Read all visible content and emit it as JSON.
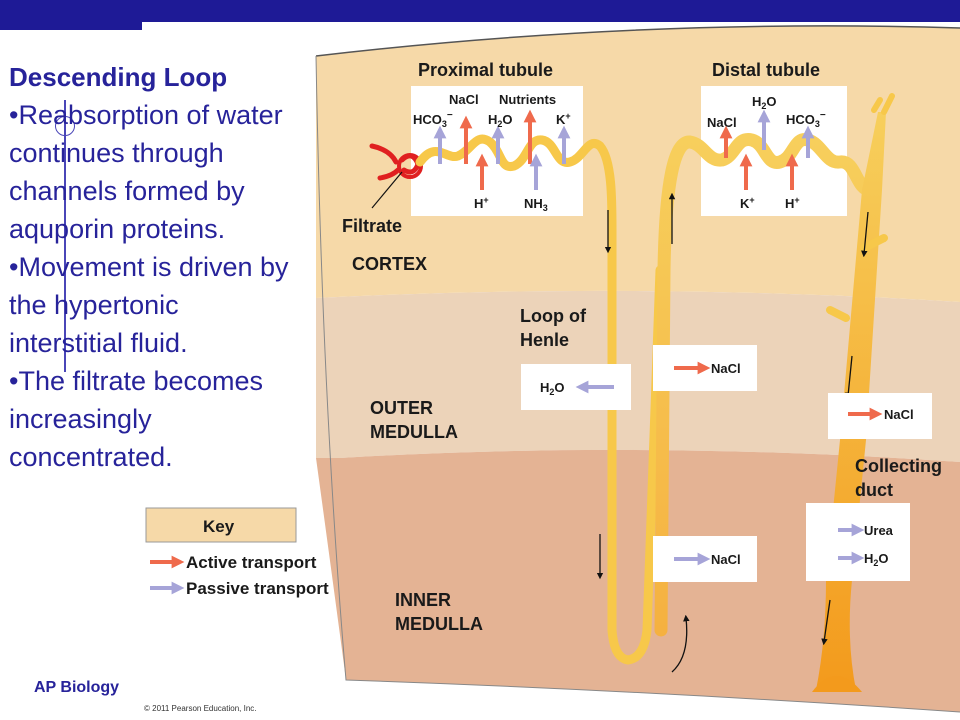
{
  "slide": {
    "title": "Descending Loop",
    "bullets": [
      "•Reabsorption of water continues through channels formed by aquporin proteins.",
      "•Movement is driven by the hypertonic interstitial fluid.",
      "•The filtrate becomes increasingly concentrated."
    ],
    "footer": "AP Biology",
    "copyright": "© 2011 Pearson Education, Inc."
  },
  "diagram": {
    "labels": {
      "proximal_tubule": "Proximal tubule",
      "distal_tubule": "Distal tubule",
      "filtrate": "Filtrate",
      "cortex": "CORTEX",
      "loop_of_henle_1": "Loop of",
      "loop_of_henle_2": "Henle",
      "outer_medulla_1": "OUTER",
      "outer_medulla_2": "MEDULLA",
      "inner_medulla_1": "INNER",
      "inner_medulla_2": "MEDULLA",
      "collecting_duct_1": "Collecting",
      "collecting_duct_2": "duct"
    },
    "proximal_box": {
      "nacl": "NaCl",
      "nutrients": "Nutrients",
      "hco3": "HCO",
      "hco3_sub": "3",
      "hco3_sup": "−",
      "h2o": "H",
      "h2o_sub": "2",
      "h2o_tail": "O",
      "k": "K",
      "k_sup": "+",
      "h": "H",
      "h_sup": "+",
      "nh3": "NH",
      "nh3_sub": "3"
    },
    "distal_box": {
      "h2o": "H",
      "h2o_sub": "2",
      "h2o_tail": "O",
      "nacl": "NaCl",
      "hco3": "HCO",
      "hco3_sub": "3",
      "hco3_sup": "−",
      "k": "K",
      "k_sup": "+",
      "h": "H",
      "h_sup": "+"
    },
    "loop_h2o_box": {
      "h2o": "H",
      "h2o_sub": "2",
      "h2o_tail": "O"
    },
    "ascending_outer_box": {
      "nacl": "NaCl"
    },
    "ascending_inner_box": {
      "nacl": "NaCl"
    },
    "duct_outer_box": {
      "nacl": "NaCl"
    },
    "duct_inner_box": {
      "urea": "Urea",
      "h2o": "H",
      "h2o_sub": "2",
      "h2o_tail": "O"
    },
    "key": {
      "title": "Key",
      "active": "Active transport",
      "passive": "Passive transport"
    },
    "colors": {
      "cortex": "#f6d9a8",
      "outer_medulla": "#ecd3b9",
      "inner_medulla": "#e4b394",
      "tubule": "#f7c84a",
      "active_arrow": "#ef6a4c",
      "passive_arrow": "#a6a4d8",
      "title_text": "#27239a"
    }
  }
}
